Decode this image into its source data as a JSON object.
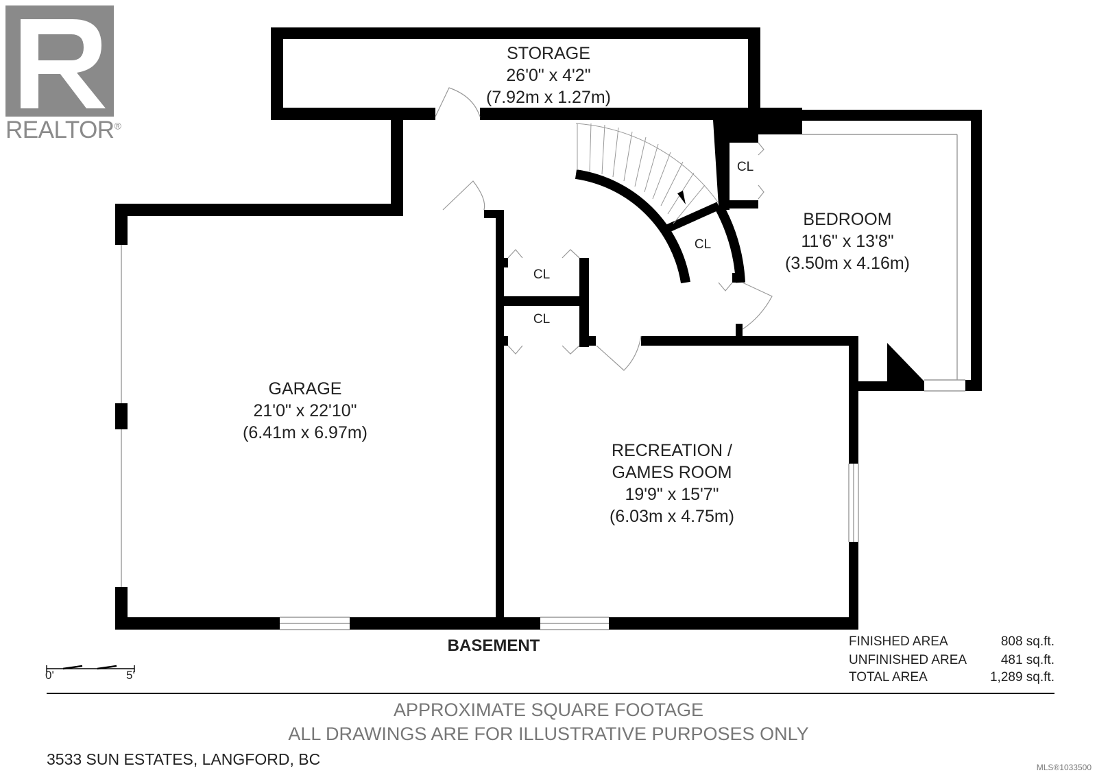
{
  "branding": {
    "logo_icon": "realtor-r-logo-icon",
    "logo_text": "REALTOR",
    "logo_mark": "®",
    "logo_color": "#8a8a8a"
  },
  "rooms": {
    "storage": {
      "name": "STORAGE",
      "imperial": "26'0\" x 4'2\"",
      "metric": "(7.92m x 1.27m)"
    },
    "bedroom": {
      "name": "BEDROOM",
      "imperial": "11'6\" x 13'8\"",
      "metric": "(3.50m x 4.16m)"
    },
    "garage": {
      "name": "GARAGE",
      "imperial": "21'0\" x 22'10\"",
      "metric": "(6.41m x 6.97m)"
    },
    "recreation": {
      "name_line1": "RECREATION /",
      "name_line2": "GAMES ROOM",
      "imperial": "19'9\" x 15'7\"",
      "metric": "(6.03m x 4.75m)"
    }
  },
  "closets": [
    "CL",
    "CL",
    "CL",
    "CL"
  ],
  "floor_name": "BASEMENT",
  "areas": [
    {
      "label": "FINISHED AREA",
      "value": "808 sq.ft."
    },
    {
      "label": "UNFINISHED AREA",
      "value": "481 sq.ft."
    },
    {
      "label": "TOTAL AREA",
      "value": "1,289 sq.ft."
    }
  ],
  "scale": {
    "start": "0'",
    "end": "5'"
  },
  "notes": {
    "line1": "APPROXIMATE SQUARE FOOTAGE",
    "line2": "ALL DRAWINGS ARE FOR ILLUSTRATIVE PURPOSES ONLY"
  },
  "address": "3533 SUN ESTATES, LANGFORD, BC",
  "mls_number": "MLS®1033500",
  "colors": {
    "wall": "#000000",
    "text": "#222222",
    "note_text": "#777777"
  }
}
